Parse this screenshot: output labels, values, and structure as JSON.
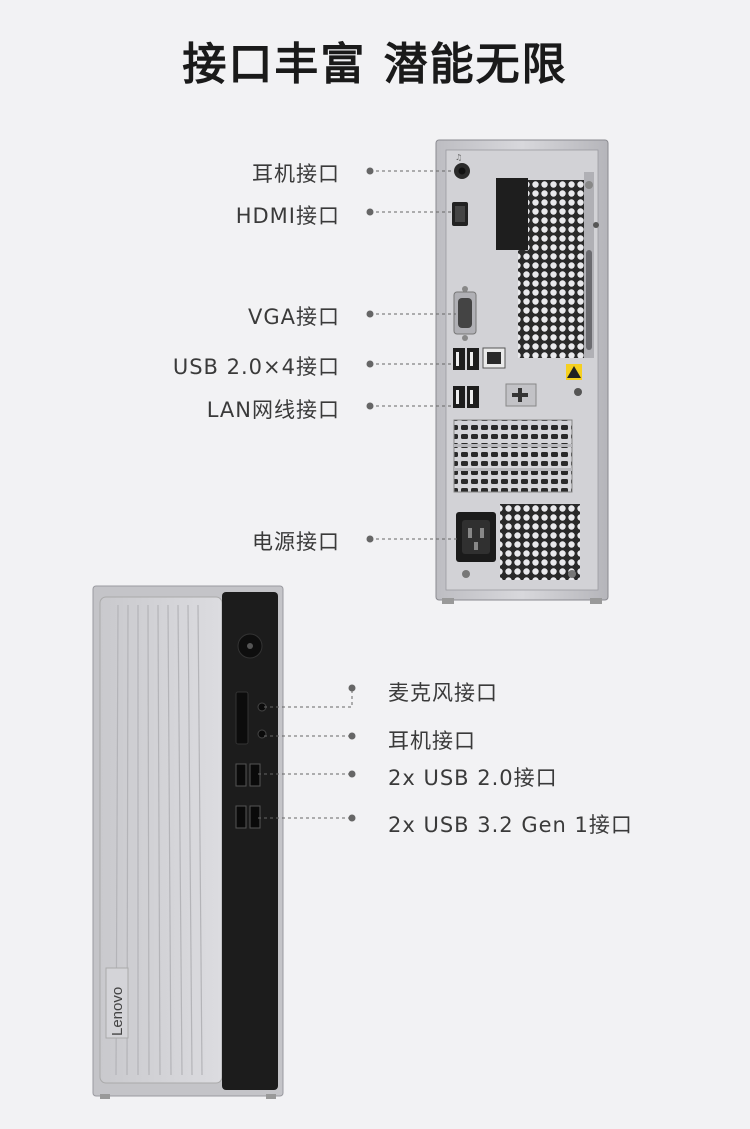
{
  "title": "接口丰富 潜能无限",
  "rear_ports": [
    {
      "label": "耳机接口"
    },
    {
      "label": "HDMI接口"
    },
    {
      "label": "VGA接口"
    },
    {
      "label": "USB 2.0×4接口"
    },
    {
      "label": "LAN网线接口"
    },
    {
      "label": "电源接口"
    }
  ],
  "front_ports": [
    {
      "label": "麦克风接口"
    },
    {
      "label": "耳机接口"
    },
    {
      "label": "2x USB 2.0接口"
    },
    {
      "label": "2x USB 3.2 Gen 1接口"
    }
  ],
  "brand_logo": "Lenovo",
  "colors": {
    "background": "#f2f2f4",
    "leader_line": "#666666",
    "chassis_silver": "#c8c8cc",
    "front_panel_dark": "#1c1c1c"
  },
  "icons": [
    "headphone-port-icon",
    "hdmi-port-icon",
    "vga-port-icon",
    "usb-port-icon",
    "lan-port-icon",
    "power-port-icon",
    "power-button-icon",
    "warning-icon"
  ]
}
